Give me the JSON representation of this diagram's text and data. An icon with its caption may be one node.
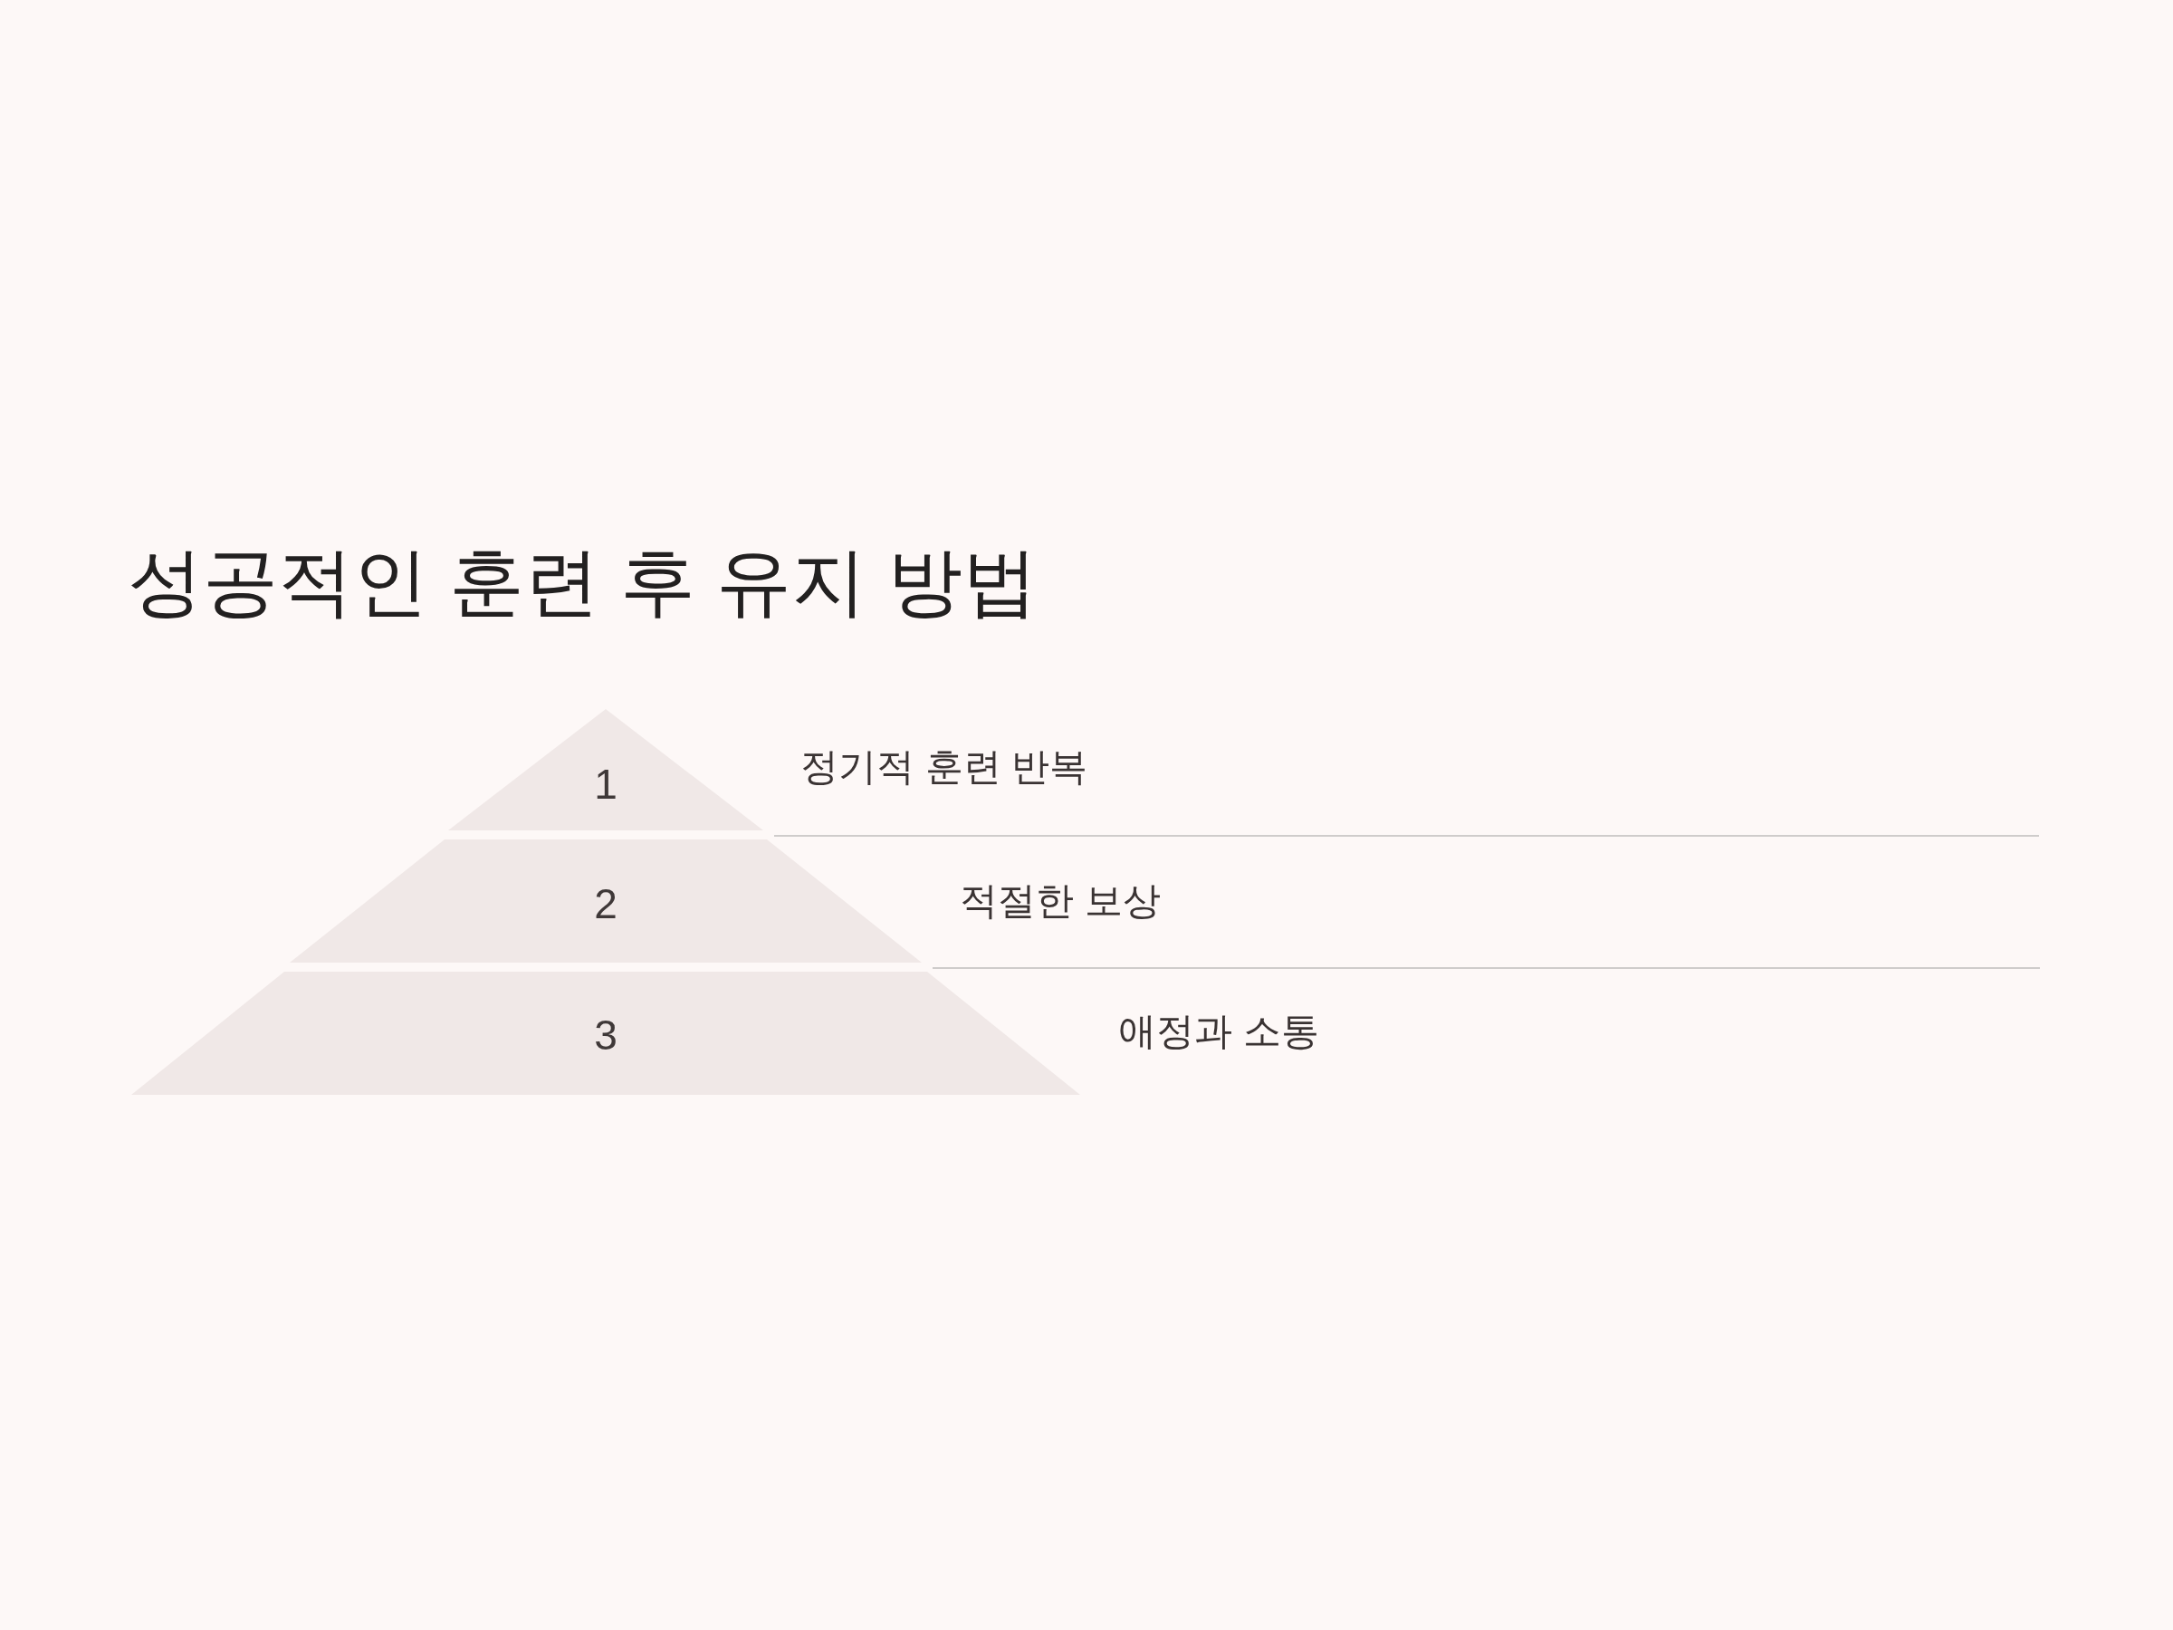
{
  "diagram": {
    "title": "성공적인 훈련 후 유지 방법",
    "nodes": [
      {
        "text": [
          "1"
        ],
        "beside": [
          "정기적 훈련 반복"
        ]
      },
      {
        "text": [
          "2"
        ],
        "beside": [
          "적절한 보상"
        ]
      },
      {
        "text": [
          "3"
        ],
        "beside": [
          "애정과 소통"
        ]
      }
    ]
  }
}
